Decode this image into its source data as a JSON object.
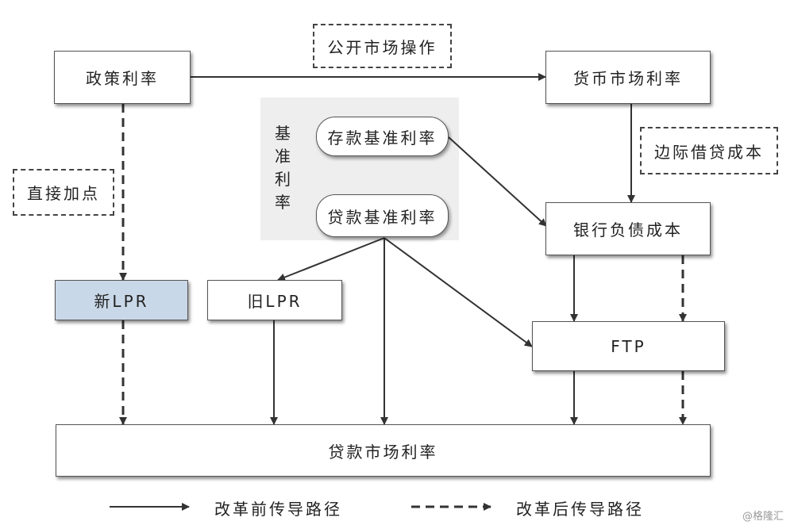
{
  "nodes": {
    "policy_rate": "政策利率",
    "open_market_ops": "公开市场操作",
    "money_market_rate": "货币市场利率",
    "benchmark_group": "基准利率",
    "deposit_benchmark": "存款基准利率",
    "loan_benchmark": "贷款基准利率",
    "marginal_borrowing_cost": "边际借贷成本",
    "direct_markup": "直接加点",
    "bank_liability_cost": "银行负债成本",
    "new_lpr": "新LPR",
    "old_lpr": "旧LPR",
    "ftp": "FTP",
    "loan_market_rate": "贷款市场利率"
  },
  "legend": {
    "before_reform": "改革前传导路径",
    "after_reform": "改革后传导路径"
  },
  "watermark": "@格隆汇",
  "colors": {
    "new_lpr_fill": "#c9d8e8",
    "line": "#333333",
    "group_bg": "#eeeeee"
  }
}
